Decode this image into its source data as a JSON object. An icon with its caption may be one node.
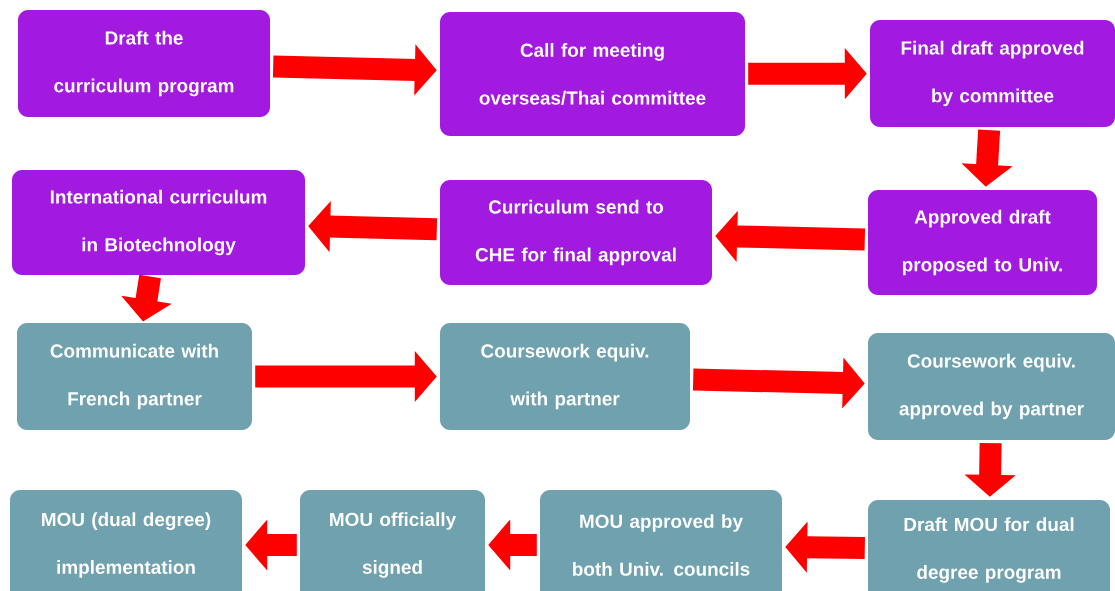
{
  "diagram": {
    "nodes": [
      {
        "text": [
          "Draft the curriculum program"
        ]
      },
      {
        "text": [
          "Call for meeting overseas/Thai committee"
        ]
      },
      {
        "text": [
          "Final draft approved by committee"
        ]
      },
      {
        "text": [
          "Approved draft proposed to Univ."
        ]
      },
      {
        "text": [
          "Curriculum send to CHE for final approval"
        ]
      },
      {
        "text": [
          "International curriculum in Biotechnology"
        ]
      },
      {
        "text": [
          "Communicate with French partner"
        ]
      },
      {
        "text": [
          "Coursework equiv. with partner"
        ]
      },
      {
        "text": [
          "Coursework equiv. approved by partner"
        ]
      },
      {
        "text": [
          "Draft MOU for dual degree program"
        ]
      },
      {
        "text": [
          "MOU approved by both Univ. councils"
        ]
      },
      {
        "text": [
          "MOU officially signed"
        ]
      },
      {
        "text": [
          "MOU (dual degree) implementation"
        ]
      }
    ],
    "edges": [
      {
        "from": 0,
        "to": 1,
        "arrow": "to"
      },
      {
        "from": 1,
        "to": 2,
        "arrow": "to"
      },
      {
        "from": 2,
        "to": 3,
        "arrow": "to"
      },
      {
        "from": 3,
        "to": 4,
        "arrow": "to"
      },
      {
        "from": 4,
        "to": 5,
        "arrow": "to"
      },
      {
        "from": 5,
        "to": 6,
        "arrow": "to"
      },
      {
        "from": 6,
        "to": 7,
        "arrow": "to"
      },
      {
        "from": 7,
        "to": 8,
        "arrow": "to"
      },
      {
        "from": 8,
        "to": 9,
        "arrow": "to"
      },
      {
        "from": 9,
        "to": 10,
        "arrow": "to"
      },
      {
        "from": 10,
        "to": 11,
        "arrow": "to"
      },
      {
        "from": 11,
        "to": 12,
        "arrow": "to"
      }
    ]
  }
}
